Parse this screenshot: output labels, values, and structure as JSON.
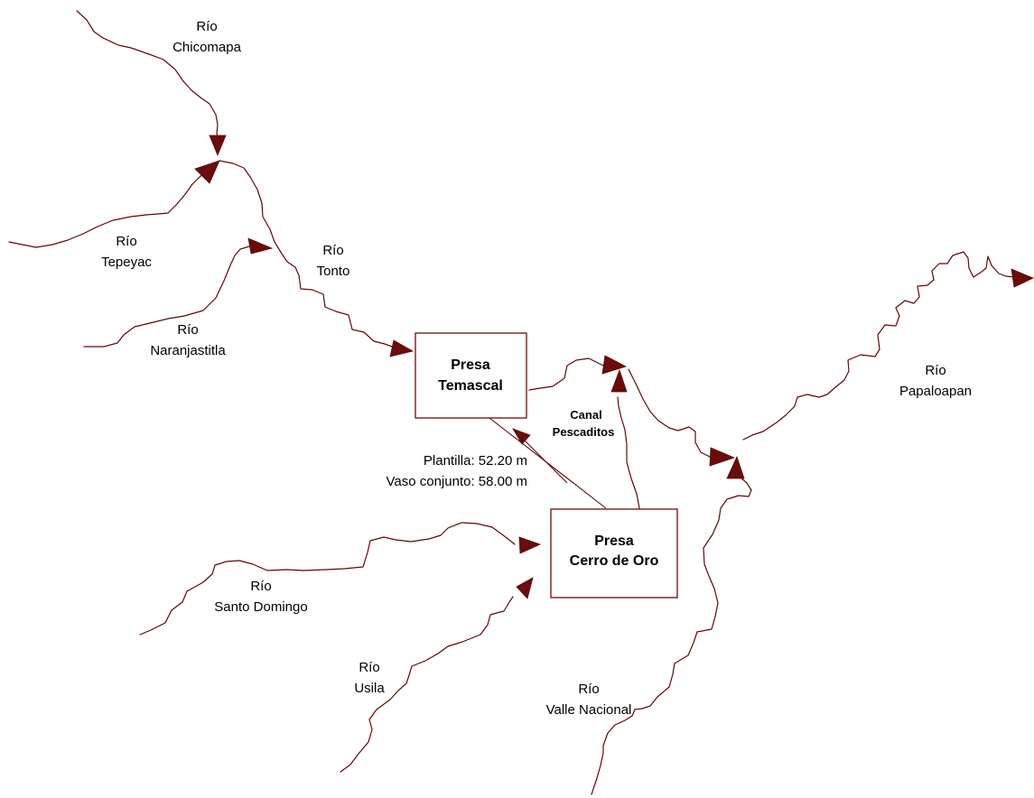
{
  "colors": {
    "river": "#5a0a0a",
    "arrow": "#6b0b0b",
    "background": "#ffffff"
  },
  "rivers": {
    "chicomapa": {
      "line1": "Río",
      "line2": "Chicomapa"
    },
    "tepeyac": {
      "line1": "Río",
      "line2": "Tepeyac"
    },
    "naranjastitla": {
      "line1": "Río",
      "line2": "Naranjastitla"
    },
    "tonto": {
      "line1": "Río",
      "line2": "Tonto"
    },
    "papaloapan": {
      "line1": "Río",
      "line2": "Papaloapan"
    },
    "santo_domingo": {
      "line1": "Río",
      "line2": "Santo Domingo"
    },
    "usila": {
      "line1": "Río",
      "line2": "Usila"
    },
    "valle_nacional": {
      "line1": "Río",
      "line2": "Valle Nacional"
    }
  },
  "dams": {
    "temascal": {
      "line1": "Presa",
      "line2": "Temascal"
    },
    "cerro_de_oro": {
      "line1": "Presa",
      "line2": "Cerro de Oro"
    }
  },
  "canal": {
    "line1": "Canal",
    "line2": "Pescaditos",
    "plantilla": "Plantilla: 52.20 m",
    "vaso": "Vaso conjunto: 58.00 m"
  }
}
